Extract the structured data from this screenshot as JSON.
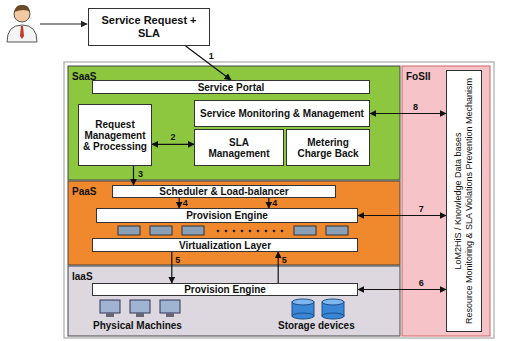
{
  "diagram": {
    "nodes": [
      {
        "text": [
          "Service Request + SLA"
        ]
      },
      {
        "text": [
          "SaaS"
        ]
      },
      {
        "text": [
          "Service Portal"
        ],
        "in": 1
      },
      {
        "text": [
          "Request Management & Processing"
        ],
        "in": 1
      },
      {
        "text": [
          "Service Monitoring & Management"
        ],
        "in": 1
      },
      {
        "text": [
          "SLA Management"
        ],
        "in": 1
      },
      {
        "text": [
          "Metering Charge Back"
        ],
        "in": 1
      },
      {
        "text": [
          "PaaS"
        ]
      },
      {
        "text": [
          "Scheduler & Load-balancer"
        ],
        "in": 7
      },
      {
        "text": [
          "Provision Engine"
        ],
        "in": 7
      },
      {
        "text": [
          "Virtualization Layer"
        ],
        "in": 7
      },
      {
        "text": [
          "IaaS"
        ]
      },
      {
        "text": [
          "Provision Engine"
        ],
        "in": 11
      },
      {
        "text": [
          "FoSII"
        ]
      },
      {
        "text": [
          "LoM2HiS / Knowledge Data bases",
          "Resource Monitoring & SLA Violations Prevention Mechanism"
        ],
        "in": 13
      }
    ],
    "edges": [
      {
        "from": 0,
        "to": 2,
        "arrow": "to",
        "label": "1"
      },
      {
        "from": 3,
        "to": 5,
        "arrow": "both",
        "label": "2"
      },
      {
        "from": 3,
        "to": 8,
        "arrow": "to",
        "label": "3"
      },
      {
        "from": 8,
        "to": 9,
        "arrow": "to",
        "label": "4"
      },
      {
        "from": 8,
        "to": 9,
        "arrow": "to",
        "label": "4"
      },
      {
        "from": 10,
        "to": 12,
        "arrow": "to",
        "label": "5"
      },
      {
        "from": 12,
        "to": 10,
        "arrow": "to",
        "label": "5"
      },
      {
        "from": 12,
        "to": 14,
        "arrow": "both",
        "label": "6"
      },
      {
        "from": 9,
        "to": 14,
        "arrow": "both",
        "label": "7"
      },
      {
        "from": 4,
        "to": 14,
        "arrow": "both",
        "label": "8"
      }
    ],
    "labels": [
      "Physical Machines",
      "Storage devices"
    ]
  }
}
